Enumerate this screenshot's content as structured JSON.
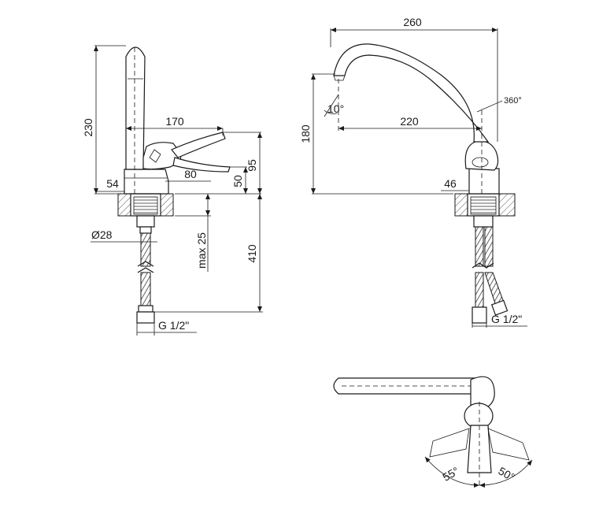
{
  "side_view": {
    "height_spout": "230",
    "reach_handle": "170",
    "handle_height": "95",
    "lever_length": "80",
    "body_height": "50",
    "base_diameter_top": "54",
    "hose_diameter": "Ø28",
    "max_counter_thickness": "max 25",
    "hose_length": "410",
    "thread": "G 1/2\""
  },
  "front_view": {
    "spout_width": "260",
    "spout_reach": "220",
    "spout_height": "180",
    "body_diameter": "46",
    "tilt_angle": "10°",
    "rotation": "360°",
    "thread": "G 1/2\""
  },
  "top_view": {
    "angle_left": "55°",
    "angle_right": "50°"
  }
}
